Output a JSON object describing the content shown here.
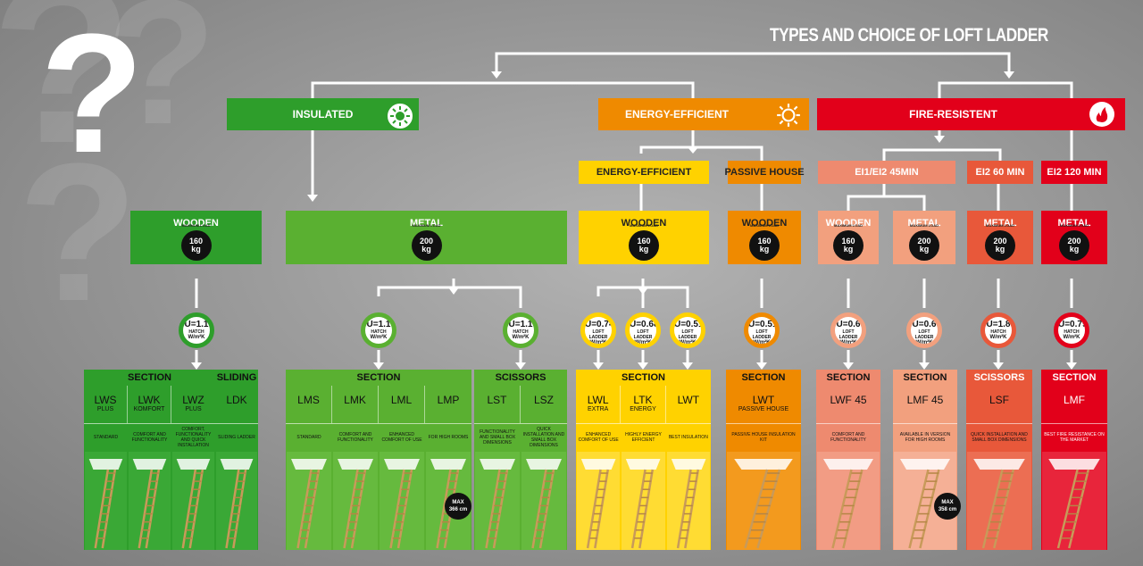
{
  "title": "TYPES AND CHOICE OF LOFT LADDER",
  "question_mark": "?",
  "categories": {
    "insulated": "INSULATED",
    "energy": "ENERGY-EFFICIENT",
    "fire": "FIRE-RESISTENT"
  },
  "subcategories": {
    "energy_efficient": "ENERGY-EFFICIENT",
    "passive_house": "PASSIVE HOUSE",
    "ei45": "EI1/EI2 45MIN",
    "ei60": "EI2 60 MIN",
    "ei120": "EI2 120 MIN"
  },
  "materials": {
    "wooden": "WOODEN",
    "metal": "METAL"
  },
  "load_caption": "MAXIMUM LOAD",
  "loads": {
    "l160": "160",
    "l200": "200",
    "unit": "kg"
  },
  "u_badges": [
    {
      "value": "U=1.1",
      "label": "HATCH",
      "unit": "W/m²K"
    },
    {
      "value": "U=1.1",
      "label": "HATCH",
      "unit": "W/m²K"
    },
    {
      "value": "U=1.1",
      "label": "HATCH",
      "unit": "W/m²K"
    },
    {
      "value": "U=0.74",
      "label": "LOFT LADDER",
      "unit": "W/m²K"
    },
    {
      "value": "U=0.68",
      "label": "LOFT LADDER",
      "unit": "W/m²K"
    },
    {
      "value": "U=0.51",
      "label": "LOFT LADDER",
      "unit": "W/m²K"
    },
    {
      "value": "U=0.51",
      "label": "LOFT LADDER",
      "unit": "W/m²K"
    },
    {
      "value": "U=0.6",
      "label": "LOFT LADDER",
      "unit": "W/m²K"
    },
    {
      "value": "U=0.6",
      "label": "LOFT LADDER",
      "unit": "W/m²K"
    },
    {
      "value": "U=1.8",
      "label": "HATCH",
      "unit": "W/m²K"
    },
    {
      "value": "U=0.79",
      "label": "HATCH",
      "unit": "W/m²K"
    }
  ],
  "sections": {
    "section": "SECTION",
    "sliding": "SLIDING",
    "scissors": "SCISSORS"
  },
  "models": [
    {
      "code": "LWS",
      "sub": "PLUS",
      "desc": "STANDARD"
    },
    {
      "code": "LWK",
      "sub": "KOMFORT",
      "desc": "COMFORT AND FUNCTIONALITY"
    },
    {
      "code": "LWZ",
      "sub": "PLUS",
      "desc": "COMFORT, FUNCTIONALITY AND QUICK INSTALLATION"
    },
    {
      "code": "LDK",
      "sub": "",
      "desc": "SLIDING LADDER"
    },
    {
      "code": "LMS",
      "sub": "",
      "desc": "STANDARD"
    },
    {
      "code": "LMK",
      "sub": "",
      "desc": "COMFORT AND FUNCTIONALITY"
    },
    {
      "code": "LML",
      "sub": "",
      "desc": "ENHANCED COMFORT OF USE"
    },
    {
      "code": "LMP",
      "sub": "",
      "desc": "FOR HIGH ROOMS"
    },
    {
      "code": "LST",
      "sub": "",
      "desc": "FUNCTIONALITY AND SMALL BOX DIMENSIONS"
    },
    {
      "code": "LSZ",
      "sub": "",
      "desc": "QUICK INSTALLATION AND SMALL BOX DIMENSIONS"
    },
    {
      "code": "LWL",
      "sub": "EXTRA",
      "desc": "ENHANCED COMFORT OF USE"
    },
    {
      "code": "LTK",
      "sub": "ENERGY",
      "desc": "HIGHLY ENERGY EFFICIENT"
    },
    {
      "code": "LWT",
      "sub": "",
      "desc": "BEST INSULATION"
    },
    {
      "code": "LWT",
      "sub": "PASSIVE HOUSE",
      "desc": "PASSIVE HOUSE INSULATION KIT"
    },
    {
      "code": "LWF 45",
      "sub": "",
      "desc": "COMFORT AND FUNCTIONALITY"
    },
    {
      "code": "LMF 45",
      "sub": "",
      "desc": "AVAILABLE IN VERSION FOR HIGH ROOMS"
    },
    {
      "code": "LSF",
      "sub": "",
      "desc": "QUICK INSTALLATION AND SMALL BOX DIMENSIONS"
    },
    {
      "code": "LMF",
      "sub": "",
      "desc": "BEST FIRE RESISTANCE ON THE MARKET"
    }
  ],
  "max_labels": [
    {
      "top": "MAX",
      "val": "366 cm"
    },
    {
      "top": "MAX",
      "val": "358 cm"
    }
  ],
  "colors": {
    "green": "#2e9e2b",
    "green_light": "#5ab031",
    "yellow": "#ffd200",
    "orange": "#ef8a00",
    "salmon": "#ee8a6f",
    "salmon_light": "#f2a07e",
    "red_orange": "#e8583a",
    "red": "#e2001a"
  }
}
